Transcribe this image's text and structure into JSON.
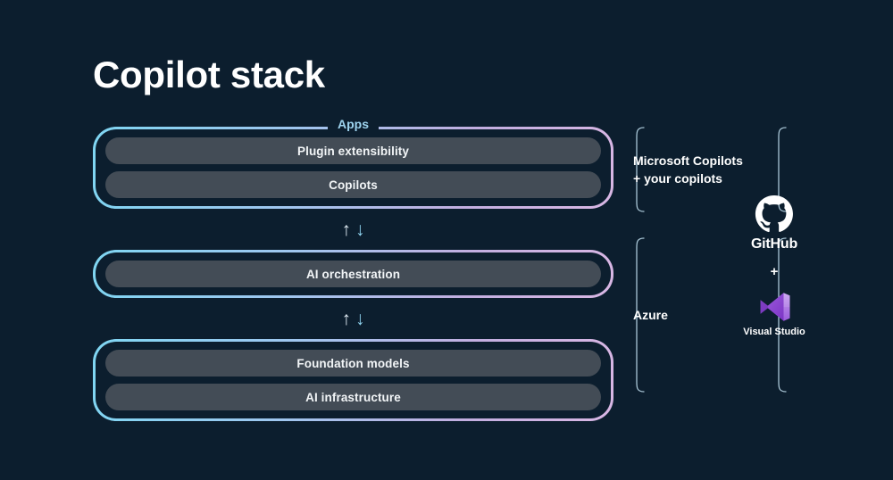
{
  "slide": {
    "title": "Copilot stack",
    "background_color": "#0c1e2e"
  },
  "stack": {
    "layers": [
      {
        "name": "apps",
        "label": "Apps",
        "items": [
          {
            "label": "Plugin extensibility"
          },
          {
            "label": "Copilots"
          }
        ]
      },
      {
        "name": "orchestration",
        "label": "",
        "items": [
          {
            "label": "AI orchestration"
          }
        ]
      },
      {
        "name": "platform",
        "label": "",
        "items": [
          {
            "label": "Foundation models"
          },
          {
            "label": "AI infrastructure"
          }
        ]
      }
    ],
    "connector": {
      "up_arrow": "↑",
      "down_arrow": "↓"
    },
    "border_gradient_start": "#7fd6f2",
    "border_gradient_end": "#d9b7e4",
    "pill_color": "#434c56",
    "label_color": "#9ed4ef"
  },
  "annotations": {
    "copilots": {
      "line1": "Microsoft Copilots",
      "line2": "+ your copilots"
    },
    "azure": {
      "line1": "Azure"
    },
    "brace_color": "#a9c6d6"
  },
  "logos": {
    "github": {
      "name": "GitHub",
      "icon": "github-icon",
      "color": "#ffffff"
    },
    "separator": "+",
    "visual_studio": {
      "name": "Visual Studio",
      "icon": "visual-studio-icon",
      "color": "#9b4ddb"
    }
  }
}
